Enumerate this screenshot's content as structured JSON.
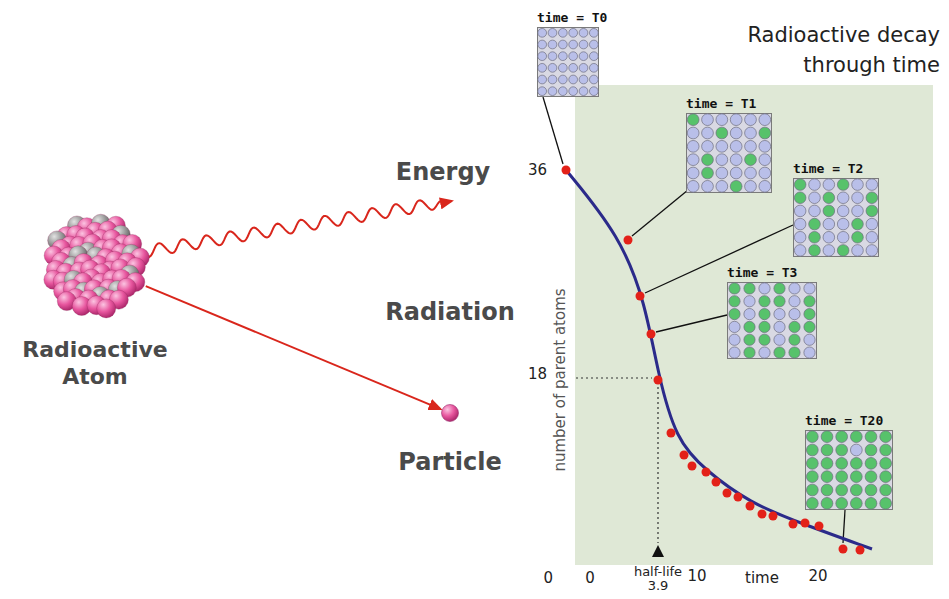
{
  "diagram": {
    "title": "Radioactive decay through time",
    "nodes": [
      {
        "text": [
          "Radioactive Atom"
        ]
      },
      {
        "text": [
          "Particle"
        ]
      },
      {
        "text": [
          "time = T0"
        ]
      },
      {
        "text": [
          "time = T1"
        ]
      },
      {
        "text": [
          "time = T2"
        ]
      },
      {
        "text": [
          "time = T3"
        ]
      },
      {
        "text": [
          "time = T20"
        ]
      }
    ],
    "edges": [
      {
        "from": 0,
        "to": 1,
        "arrow": "to"
      }
    ],
    "labels": [
      "Energy",
      "Radiation",
      "number of parent atoms",
      "36",
      "18",
      "0",
      "0",
      "half-life",
      "3.9",
      "10",
      "time",
      "20"
    ]
  }
}
